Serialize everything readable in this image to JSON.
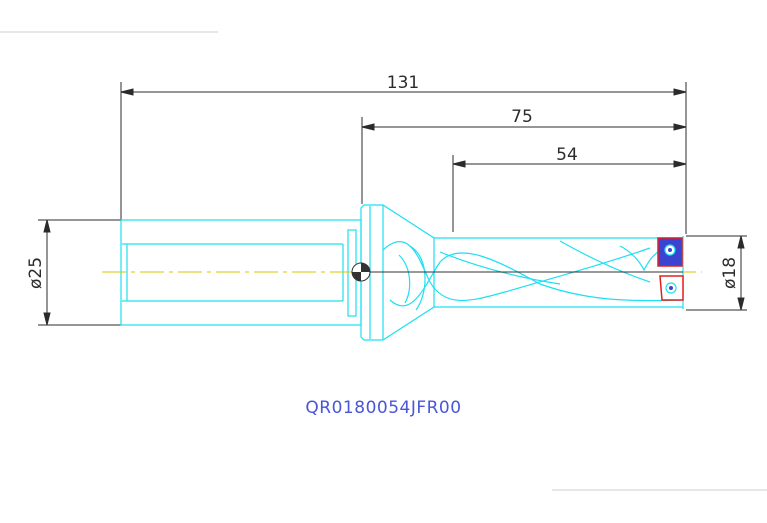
{
  "drawing": {
    "part_number": "QR0180054JFR00",
    "dimensions": {
      "overall_length": "131",
      "body_length": "75",
      "flute_length": "54",
      "shank_diameter": "ø25",
      "drill_diameter": "ø18"
    },
    "colors": {
      "outline": "#1ee0f0",
      "dimension": "#2b2b2b",
      "centerline": "#d8c400",
      "insert_border": "#e02020",
      "insert_fill": "#3a44d0",
      "part_number": "#4a56d8",
      "axis_line": "#333333"
    }
  }
}
